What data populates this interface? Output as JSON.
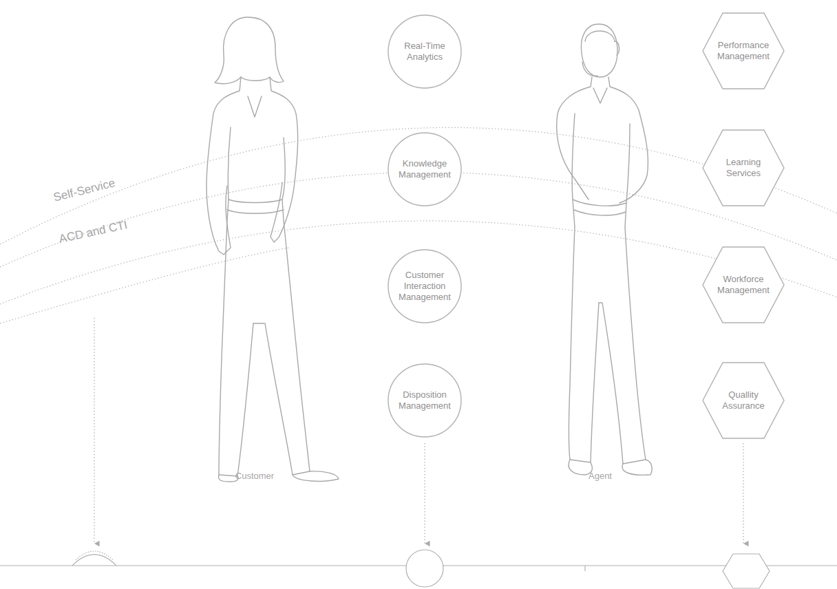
{
  "diagram": {
    "nodes": [
      {
        "text": [
          "Real-Time Analytics"
        ]
      },
      {
        "text": [
          "Knowledge Management"
        ]
      },
      {
        "text": [
          "Customer Interaction Management"
        ]
      },
      {
        "text": [
          "Disposition Management"
        ]
      },
      {
        "text": [
          "Performance Management"
        ]
      },
      {
        "text": [
          "Learning Services"
        ]
      },
      {
        "text": [
          "Workforce Management"
        ]
      },
      {
        "text": [
          "Quallity Assurance"
        ]
      }
    ],
    "labels": [
      "Self-Service",
      "ACD and CTI",
      "Customer",
      "Agent"
    ]
  }
}
